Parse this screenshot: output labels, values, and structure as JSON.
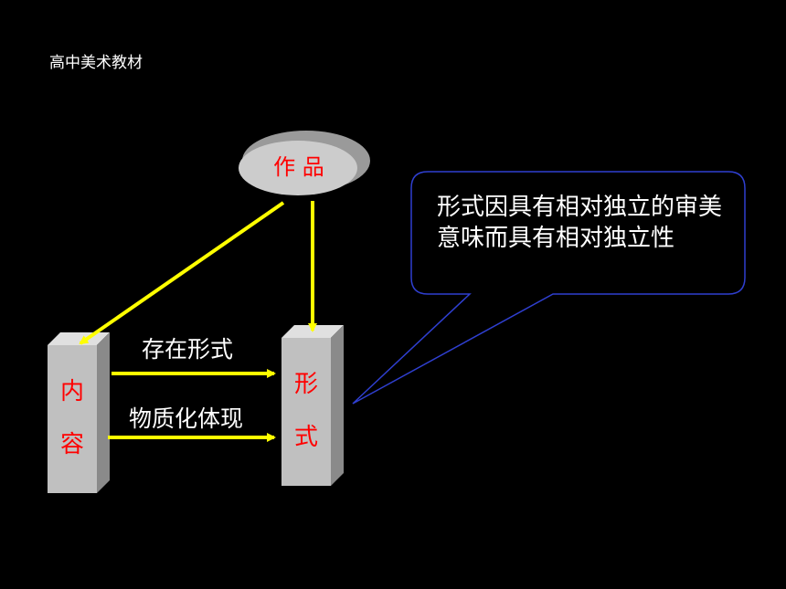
{
  "header": {
    "text": "高中美术教材"
  },
  "nodes": {
    "work": "作 品",
    "content": "内\n容",
    "form": "形\n式"
  },
  "arrows": {
    "top_label": "存在形式",
    "bottom_label": "物质化体现"
  },
  "callout": {
    "text": "形式因具有相对独立的审美意味而具有相对独立性"
  },
  "colors": {
    "background": "#000000",
    "arrow": "#ffff00",
    "label_red": "#ff0000",
    "box_face": "#c0c0c0",
    "box_side": "#8a8a8a",
    "box_top": "#e0e0e0",
    "callout_border": "#2f3fd0"
  }
}
